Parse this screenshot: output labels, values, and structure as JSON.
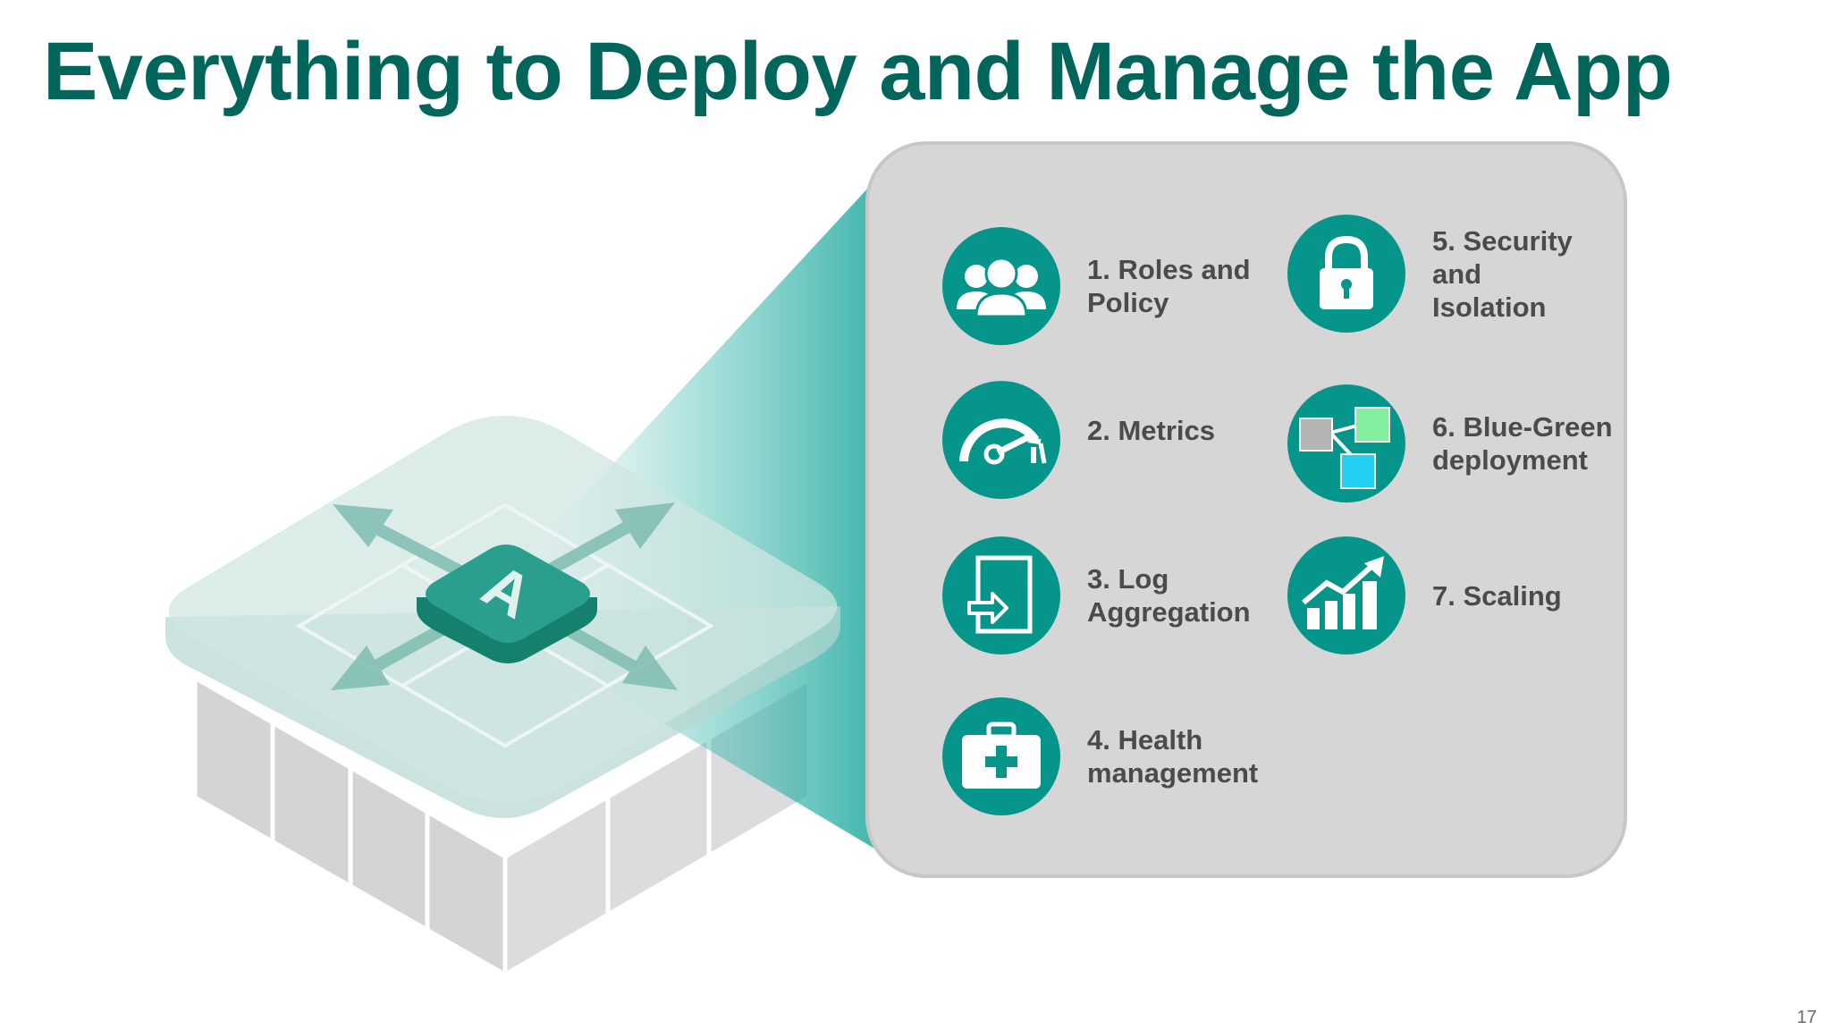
{
  "slide": {
    "title": "Everything to Deploy and Manage the App",
    "page_number": "17",
    "app_badge_letter": "A"
  },
  "colors": {
    "title": "#00665c",
    "icon_circle": "#05958a",
    "panel_fill": "#d6d6d6",
    "label_text": "#4b4b4b",
    "beam": "#3fb8ae",
    "blue_green_gray": "#b4b4b4",
    "blue_green_green": "#84ef9f",
    "blue_green_cyan": "#21d0f2"
  },
  "features": [
    {
      "label": "1. Roles and\nPolicy",
      "icon": "users-icon"
    },
    {
      "label": "2. Metrics",
      "icon": "gauge-icon"
    },
    {
      "label": "3. Log\nAggregation",
      "icon": "log-in-icon"
    },
    {
      "label": "4. Health\nmanagement",
      "icon": "first-aid-kit-icon"
    },
    {
      "label": "5. Security\nand\nIsolation",
      "icon": "padlock-icon"
    },
    {
      "label": "6. Blue-Green\ndeployment",
      "icon": "blue-green-squares-icon"
    },
    {
      "label": "7. Scaling",
      "icon": "bar-chart-growth-icon"
    }
  ]
}
